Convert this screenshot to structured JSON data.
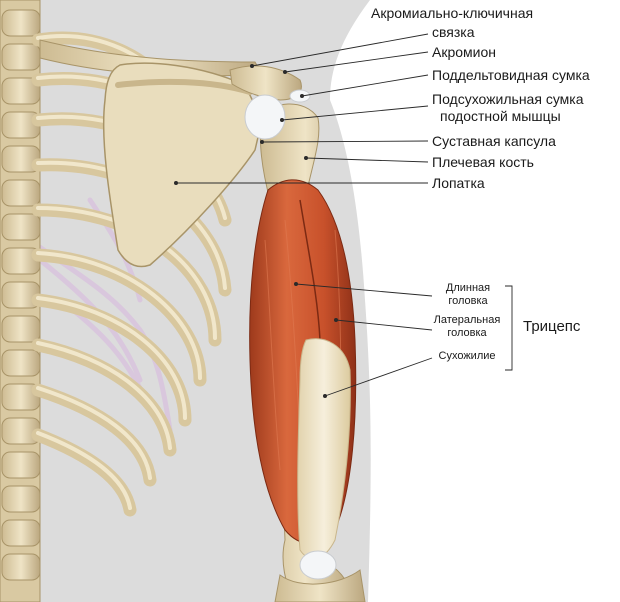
{
  "labels": {
    "acromioclavicular_ligament_line1": "Акромиально-ключичная",
    "acromioclavicular_ligament_line2": "связка",
    "acromion": "Акромион",
    "subdeltoid_bursa": "Поддельтовидная сумка",
    "infraspinatus_bursa_line1": "Подсухожильная сумка",
    "infraspinatus_bursa_line2": "подостной мышцы",
    "joint_capsule": "Суставная капсула",
    "humerus": "Плечевая кость",
    "scapula": "Лопатка",
    "long_head_line1": "Длинная",
    "long_head_line2": "головка",
    "lateral_head_line1": "Латеральная",
    "lateral_head_line2": "головка",
    "tendon": "Сухожилие",
    "triceps": "Трицепс"
  },
  "colors": {
    "skin_silhouette": "#dcdcdc",
    "bone": "#e6d9b8",
    "bone_shadow": "#b9a57f",
    "muscle": "#c8512b",
    "tendon": "#eee3c8",
    "cartilage": "#f4f6f8",
    "nerve": "#d9c7dd",
    "leader_line": "#2a2a2a"
  }
}
